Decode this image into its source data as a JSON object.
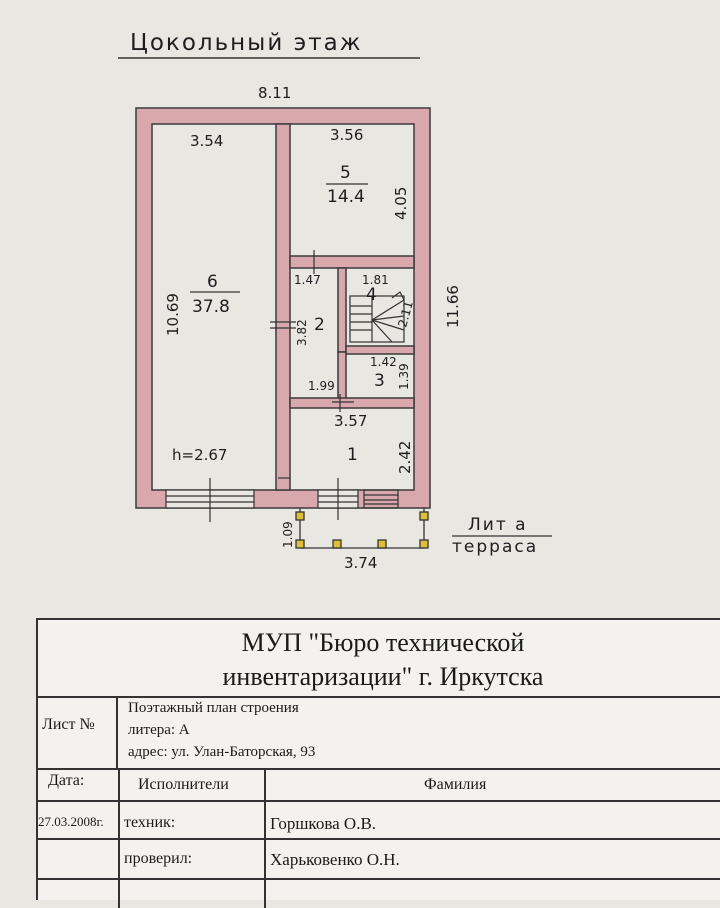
{
  "plan": {
    "title": "Цокольный этаж",
    "overall_width": "8.11",
    "overall_length": "11.66",
    "ceiling_height": "h=2.67",
    "lit": "Лит а",
    "terrace": "терраса",
    "terrace_width": "3.74",
    "terrace_depth": "1.09",
    "rooms": {
      "r6": {
        "number": "6",
        "area": "37.8",
        "width": "3.54",
        "length": "10.69"
      },
      "r5": {
        "number": "5",
        "area": "14.4",
        "width": "3.56",
        "length": "4.05"
      },
      "r4": {
        "number": "4",
        "width": "1.81",
        "length": "2.11"
      },
      "r2": {
        "number": "2",
        "width": "1.47",
        "length": "3.82"
      },
      "r3": {
        "number": "3",
        "width": "1.42",
        "length": "1.39",
        "bottom": "1.99"
      },
      "r1": {
        "number": "1",
        "width": "3.57",
        "length": "2.42"
      }
    }
  },
  "stamp": {
    "org_line1": "МУП \"Бюро технической",
    "org_line2": "инвентаризации\" г. Иркутска",
    "sheet_label": "Лист №",
    "doc_type": "Поэтажный план строения",
    "litera": "литера: А",
    "address": "адрес: ул. Улан-Баторская, 93",
    "date_label": "Дата:",
    "executors_label": "Исполнители",
    "surname_label": "Фамилия",
    "date_value": "27.03.2008г.",
    "technician_role": "техник:",
    "technician_name": "Горшкова О.В.",
    "checker_role": "проверил:",
    "checker_name": "Харьковенко О.Н."
  }
}
